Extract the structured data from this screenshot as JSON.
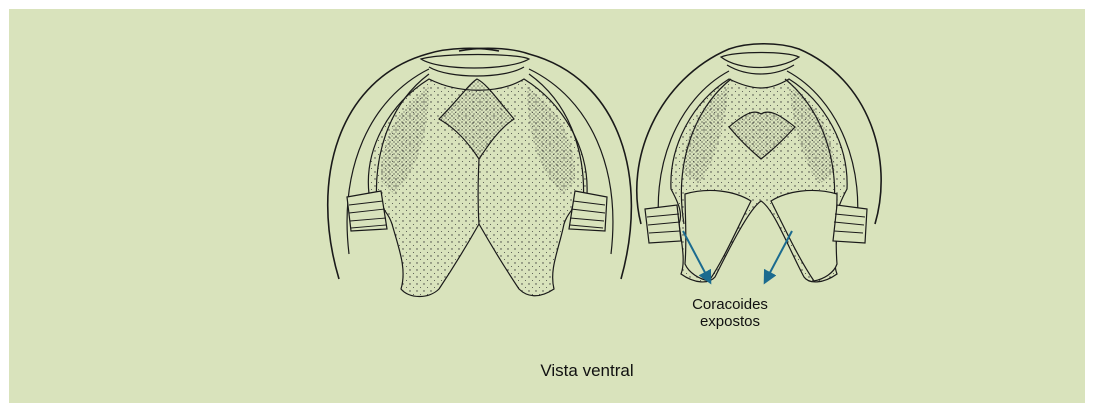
{
  "figure": {
    "background_color": "#d9e3bc",
    "line_color": "#1a1a1a",
    "arrow_color": "#1b6b8f",
    "callout_line1": "Coracoides",
    "callout_line2": "expostos",
    "caption": "Vista ventral"
  }
}
